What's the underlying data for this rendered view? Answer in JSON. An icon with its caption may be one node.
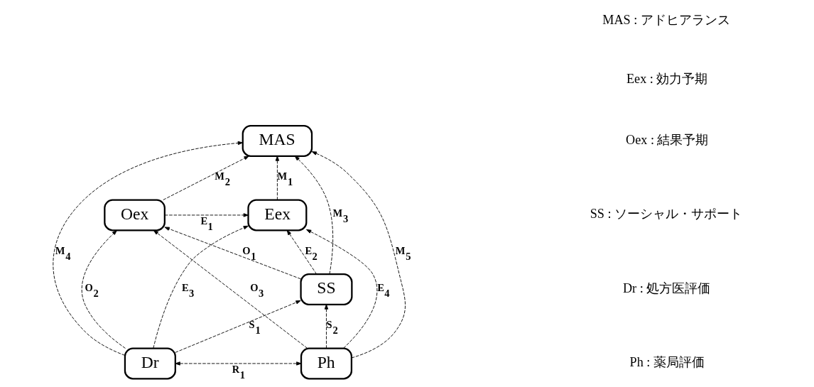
{
  "diagram": {
    "nodes": [
      {
        "text": [
          "MAS"
        ]
      },
      {
        "text": [
          "Eex"
        ]
      },
      {
        "text": [
          "Oex"
        ]
      },
      {
        "text": [
          "SS"
        ]
      },
      {
        "text": [
          "Dr"
        ]
      },
      {
        "text": [
          "Ph"
        ]
      }
    ],
    "edges": [
      {
        "from": 1,
        "to": 0,
        "arrow": "to",
        "style": "dashed",
        "label": "M$_{1}$"
      },
      {
        "from": 2,
        "to": 0,
        "arrow": "to",
        "style": "dashed",
        "label": "M$_{2}$"
      },
      {
        "from": 3,
        "to": 0,
        "arrow": "to",
        "style": "dashed",
        "label": "M$_{3}$"
      },
      {
        "from": 4,
        "to": 0,
        "arrow": "to",
        "style": "dashed",
        "label": "M$_{4}$"
      },
      {
        "from": 5,
        "to": 0,
        "arrow": "to",
        "style": "dashed",
        "label": "M$_{5}$"
      },
      {
        "from": 2,
        "to": 1,
        "arrow": "to",
        "style": "dashed",
        "label": "E$_{1}$"
      },
      {
        "from": 3,
        "to": 1,
        "arrow": "to",
        "style": "dashed",
        "label": "E$_{2}$"
      },
      {
        "from": 4,
        "to": 1,
        "arrow": "to",
        "style": "dashed",
        "label": "E$_{3}$"
      },
      {
        "from": 5,
        "to": 1,
        "arrow": "to",
        "style": "dashed",
        "label": "E$_{4}$"
      },
      {
        "from": 3,
        "to": 2,
        "arrow": "to",
        "style": "dashed",
        "label": "O$_{1}$"
      },
      {
        "from": 4,
        "to": 2,
        "arrow": "to",
        "style": "dashed",
        "label": "O$_{2}$"
      },
      {
        "from": 5,
        "to": 2,
        "arrow": "to",
        "style": "dashed",
        "label": "O$_{3}$"
      },
      {
        "from": 4,
        "to": 3,
        "arrow": "to",
        "style": "dashed",
        "label": "S$_{1}$"
      },
      {
        "from": 5,
        "to": 3,
        "arrow": "to",
        "style": "dashed",
        "label": "S$_{2}$"
      },
      {
        "from": 4,
        "to": 5,
        "arrow": "both",
        "style": "dashed",
        "label": "R$_{1}$"
      }
    ],
    "labels": [
      "MAS : アドヒアランス",
      "Eex : 効力予期",
      "Oex : 結果予期",
      "SS : ソーシャル・サポート",
      "Dr : 処方医評価",
      "Ph : 薬局評価"
    ]
  }
}
